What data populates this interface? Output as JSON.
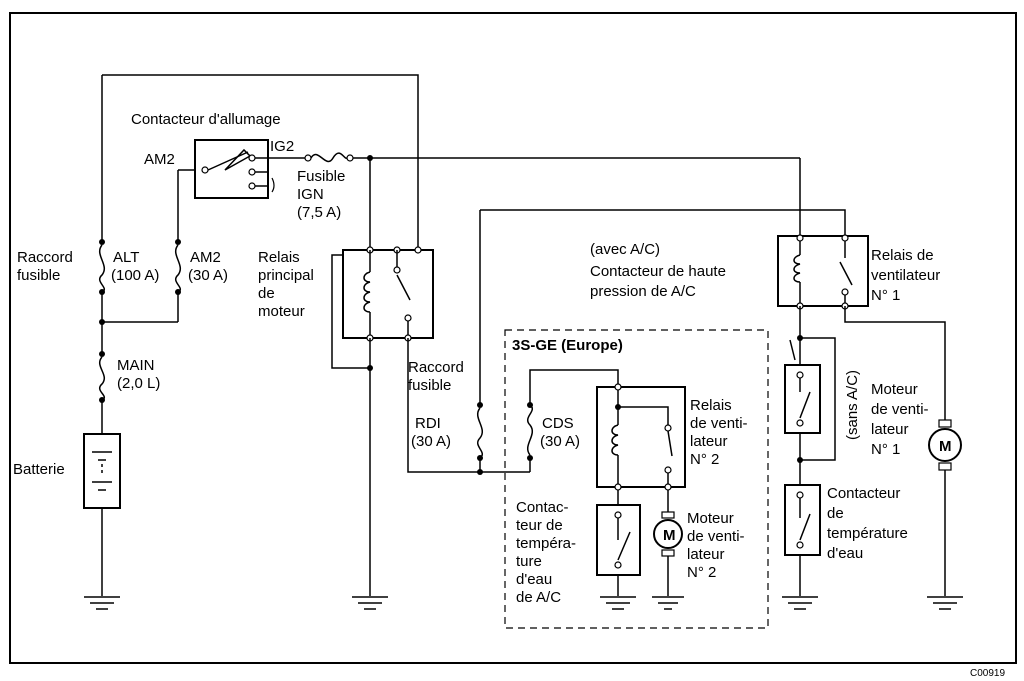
{
  "labels": {
    "ignition_switch": "Contacteur d'allumage",
    "am2_terminal": "AM2",
    "ig2_terminal": "IG2",
    "fuse_ign_l1": "Fusible",
    "fuse_ign_l2": "IGN",
    "fuse_ign_l3": "(7,5 A)",
    "raccord_fusible_left_l1": "Raccord",
    "raccord_fusible_left_l2": "fusible",
    "alt_fuse": "ALT",
    "alt_rating": "(100 A)",
    "am2_fuse": "AM2",
    "am2_rating": "(30 A)",
    "main_fuse": "MAIN",
    "main_rating": "(2,0 L)",
    "battery": "Batterie",
    "main_relay_l1": "Relais",
    "main_relay_l2": "principal",
    "main_relay_l3": "de",
    "main_relay_l4": "moteur",
    "raccord_fusible_mid_l1": "Raccord",
    "raccord_fusible_mid_l2": "fusible",
    "rdi_fuse": "RDI",
    "rdi_rating": "(30 A)",
    "europe_box": "3S-GE (Europe)",
    "cds_fuse": "CDS",
    "cds_rating": "(30 A)",
    "fan_relay2_l1": "Relais",
    "fan_relay2_l2": "de venti-",
    "fan_relay2_l3": "lateur",
    "fan_relay2_l4": "N° 2",
    "ac_temp_switch_l1": "Contac-",
    "ac_temp_switch_l2": "teur de",
    "ac_temp_switch_l3": "tempéra-",
    "ac_temp_switch_l4": "ture",
    "ac_temp_switch_l5": "d'eau",
    "ac_temp_switch_l6": "de A/C",
    "fan_motor2_l1": "Moteur",
    "fan_motor2_l2": "de venti-",
    "fan_motor2_l3": "lateur",
    "fan_motor2_l4": "N° 2",
    "with_ac": "(avec A/C)",
    "hp_switch_l1": "Contacteur de haute",
    "hp_switch_l2": "pression de A/C",
    "fan_relay1_l1": "Relais de",
    "fan_relay1_l2": "ventilateur",
    "fan_relay1_l3": "N° 1",
    "without_ac": "(sans A/C)",
    "fan_motor1_l1": "Moteur",
    "fan_motor1_l2": "de venti-",
    "fan_motor1_l3": "lateur",
    "fan_motor1_l4": "N° 1",
    "water_temp_switch_l1": "Contacteur",
    "water_temp_switch_l2": "de",
    "water_temp_switch_l3": "température",
    "water_temp_switch_l4": "d'eau",
    "motor_symbol": "M",
    "figure_code": "C00919"
  }
}
